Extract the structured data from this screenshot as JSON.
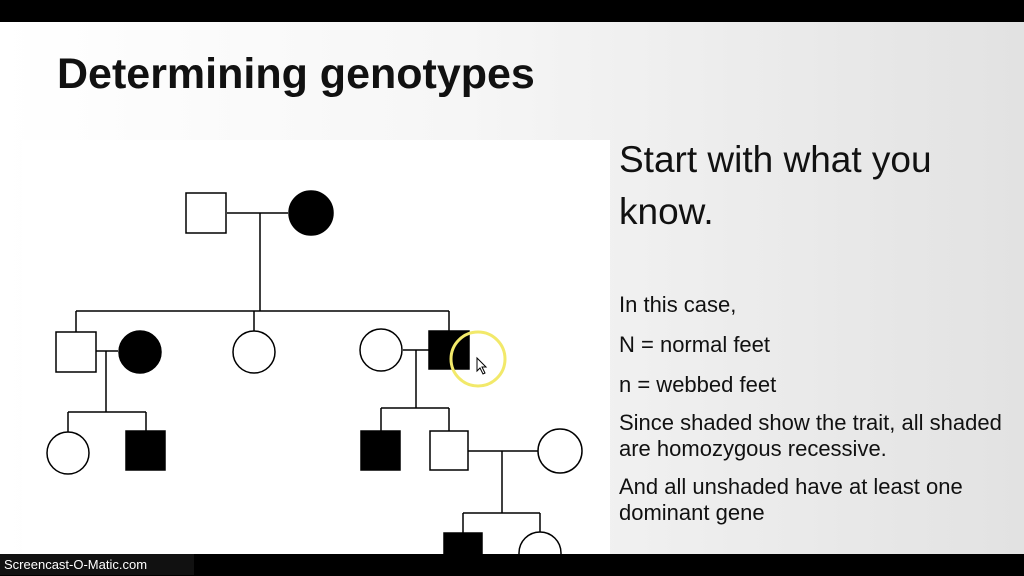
{
  "slide": {
    "title": "Determining genotypes",
    "heading": "Start with what you know.",
    "lines": [
      "In this case,",
      "N = normal feet",
      "n = webbed feet",
      "Since shaded show the trait, all shaded are homozygous recessive.",
      "And all unshaded have at least one dominant gene"
    ]
  },
  "watermark": "Screencast-O-Matic.com",
  "colors": {
    "shaded": "#000000",
    "unshaded": "#ffffff",
    "cursor_highlight": "#f2e96a"
  }
}
